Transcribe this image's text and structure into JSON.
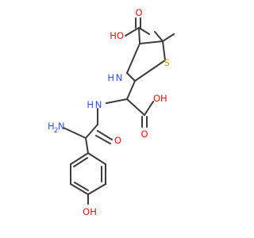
{
  "colors": {
    "bond": "#3c3c3c",
    "oxygen": "#ff0d0d",
    "nitrogen": "#3050f8",
    "sulfur": "#c6a400",
    "background": "#ffffff"
  },
  "atoms": {
    "o_carbonyl_top": "O",
    "oh_acid_top": "HO",
    "sulfur": "S",
    "nh_ring": "H",
    "nh_ring_n": "N",
    "nh_amide": "H",
    "nh_amide_n": "N",
    "oh_acid_right": "OH",
    "o_acid_right": "O",
    "h2n_amine_h": "H",
    "h2n_amine_sub": "2",
    "h2n_amine_n": "N",
    "o_amide": "O",
    "oh_phenol": "OH"
  }
}
